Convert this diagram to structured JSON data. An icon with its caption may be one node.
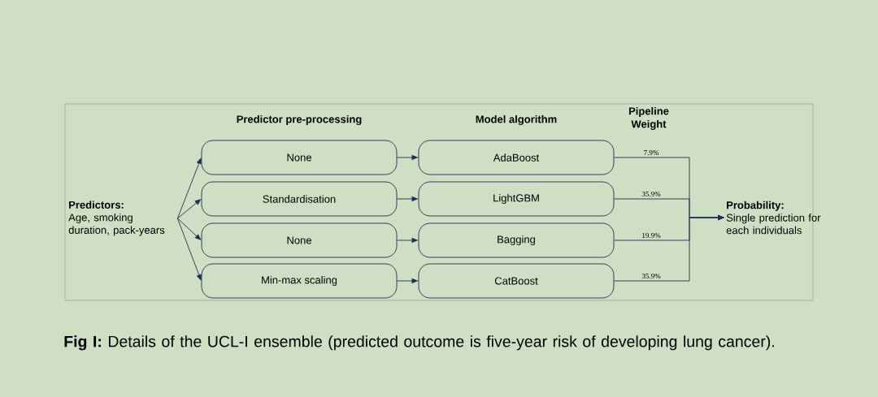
{
  "diagram": {
    "caption": "**Fig I:** Details of the UCL-I ensemble (predicted outcome is five-year risk of developing lung cancer).",
    "nodes": [
      {
        "text": [
          "Predictors:",
          "Age, smoking duration, pack-years"
        ]
      },
      {
        "text": [
          "None"
        ]
      },
      {
        "text": [
          "Standardisation"
        ]
      },
      {
        "text": [
          "None"
        ]
      },
      {
        "text": [
          "Min-max scaling"
        ]
      },
      {
        "text": [
          "AdaBoost"
        ]
      },
      {
        "text": [
          "LightGBM"
        ]
      },
      {
        "text": [
          "Bagging"
        ]
      },
      {
        "text": [
          "CatBoost"
        ]
      },
      {
        "text": [
          "Probability:",
          "Single prediction for each individuals"
        ]
      }
    ],
    "edges": [
      {
        "from": 0,
        "to": 1,
        "arrow": "to"
      },
      {
        "from": 0,
        "to": 2,
        "arrow": "to"
      },
      {
        "from": 0,
        "to": 3,
        "arrow": "to"
      },
      {
        "from": 0,
        "to": 4,
        "arrow": "to"
      },
      {
        "from": 1,
        "to": 5,
        "arrow": "to"
      },
      {
        "from": 2,
        "to": 6,
        "arrow": "to"
      },
      {
        "from": 3,
        "to": 7,
        "arrow": "to"
      },
      {
        "from": 4,
        "to": 8,
        "arrow": "to"
      },
      {
        "from": 5,
        "to": 9,
        "arrow": "to",
        "label": "7.9%"
      },
      {
        "from": 6,
        "to": 9,
        "arrow": "to",
        "label": "35.9%"
      },
      {
        "from": 7,
        "to": 9,
        "arrow": "to",
        "label": "19.9%"
      },
      {
        "from": 8,
        "to": 9,
        "arrow": "to",
        "label": "35.9%"
      }
    ],
    "labels": [
      "Predictor pre-processing",
      "Model algorithm",
      "Pipeline Weight"
    ]
  }
}
